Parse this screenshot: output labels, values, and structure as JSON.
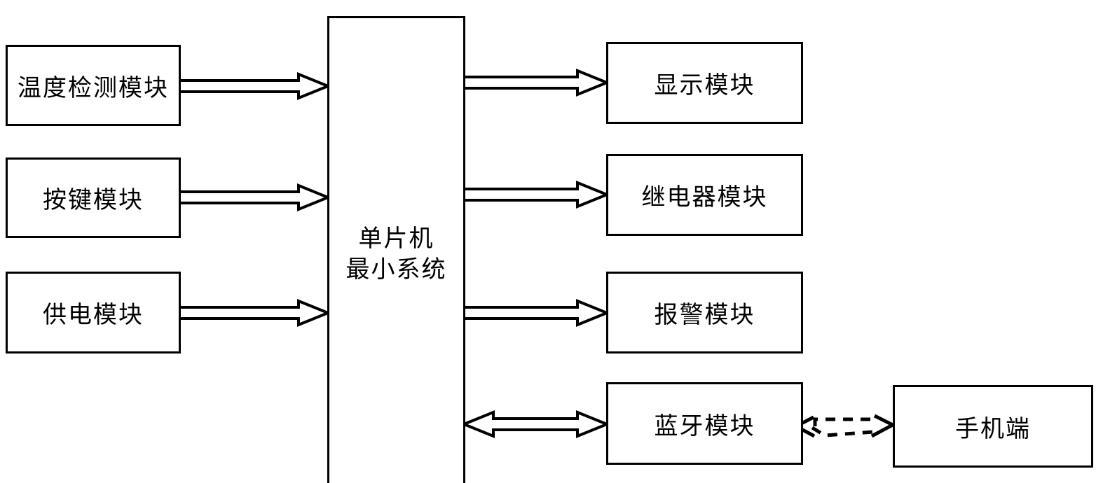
{
  "colors": {
    "background": "#ffffff",
    "line": "#000000",
    "node_fill": "#ffffff"
  },
  "nodes": {
    "temperature": {
      "label": "温度检测模块"
    },
    "keys": {
      "label": "按键模块"
    },
    "power": {
      "label": "供电模块"
    },
    "mcu": {
      "line1": "单片机",
      "line2": "最小系统"
    },
    "display": {
      "label": "显示模块"
    },
    "relay": {
      "label": "继电器模块"
    },
    "alarm": {
      "label": "报警模块"
    },
    "bluetooth": {
      "label": "蓝牙模块"
    },
    "phone": {
      "label": "手机端"
    }
  },
  "connections": [
    {
      "from": "温度检测模块",
      "to": "单片机最小系统",
      "style": "solid-block-arrow",
      "direction": "one-way"
    },
    {
      "from": "按键模块",
      "to": "单片机最小系统",
      "style": "solid-block-arrow",
      "direction": "one-way"
    },
    {
      "from": "供电模块",
      "to": "单片机最小系统",
      "style": "solid-block-arrow",
      "direction": "one-way"
    },
    {
      "from": "单片机最小系统",
      "to": "显示模块",
      "style": "solid-block-arrow",
      "direction": "one-way"
    },
    {
      "from": "单片机最小系统",
      "to": "继电器模块",
      "style": "solid-block-arrow",
      "direction": "one-way"
    },
    {
      "from": "单片机最小系统",
      "to": "报警模块",
      "style": "solid-block-arrow",
      "direction": "one-way"
    },
    {
      "from": "单片机最小系统",
      "to": "蓝牙模块",
      "style": "solid-block-arrow",
      "direction": "two-way"
    },
    {
      "from": "蓝牙模块",
      "to": "手机端",
      "style": "dashed-sketch-arrow",
      "direction": "two-way"
    }
  ]
}
